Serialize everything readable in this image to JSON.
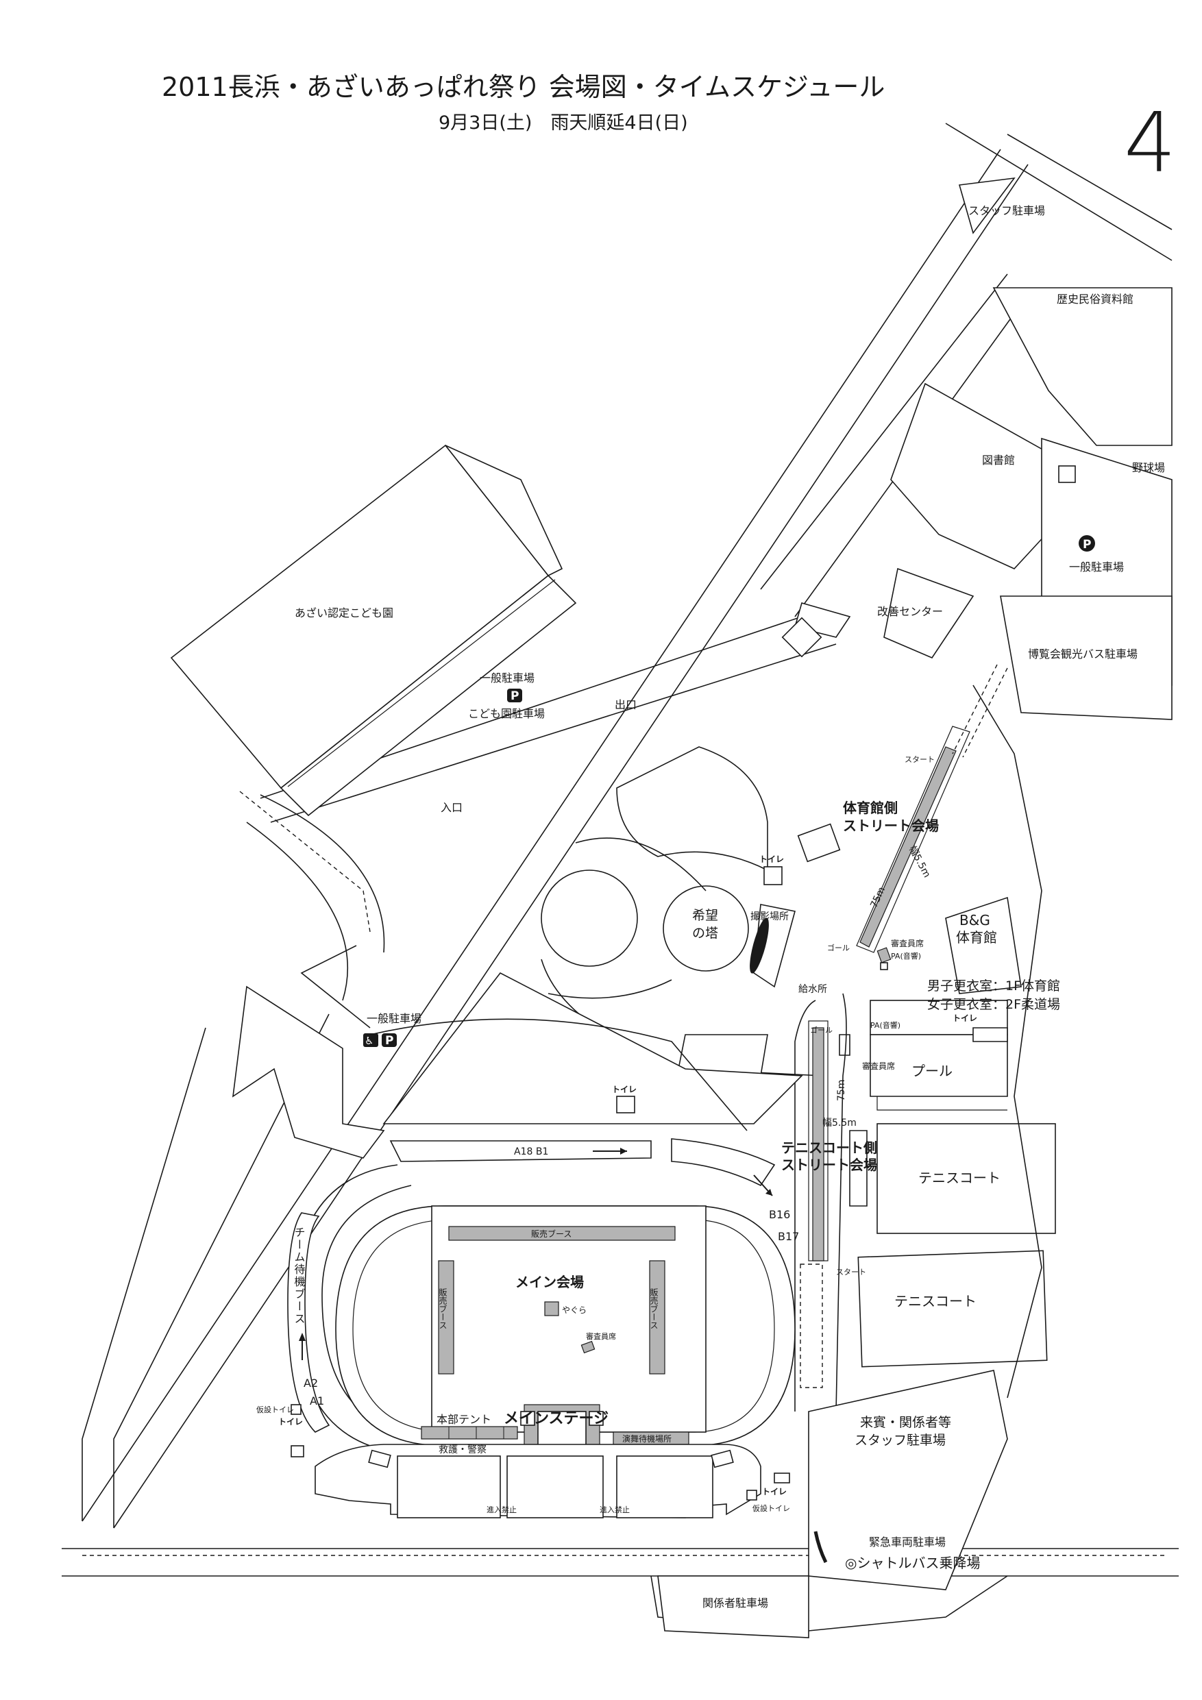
{
  "header": {
    "title": "2011長浜・あざいあっぱれ祭り 会場図・タイムスケジュール",
    "subtitle": "9月3日(土)　雨天順延4日(日)",
    "page_mark": "4"
  },
  "legend": {
    "parking_icon": "P",
    "accessible_icon": "♿"
  },
  "labels": {
    "staff_parking_top": "スタッフ駐車場",
    "history_museum": "歴史民俗資料館",
    "library": "図書館",
    "baseball_field": "野球場",
    "general_parking_east": "一般駐車場",
    "kaizen_center": "改善センター",
    "expo_bus_parking": "博覧会観光バス駐車場",
    "azai_kindergarten": "あざい認定こども園",
    "general_parking_north": "一般駐車場",
    "kindergarten_parking": "こども園駐車場",
    "exit": "出口",
    "entrance": "入口",
    "start_top": "スタート",
    "gym_street_venue_1": "体育館側",
    "gym_street_venue_2": "ストリート会場",
    "width_top": "幅5.5m",
    "length_top": "75m",
    "toilet_top": "トイレ",
    "kibou_tower_1": "希望",
    "kibou_tower_2": "の塔",
    "photo_spot": "撮影場所",
    "goal_top": "ゴール",
    "judge_seat_top": "審査員席",
    "pa_top": "PA(音響)",
    "bg_gym_1": "B&G",
    "bg_gym_2": "体育館",
    "water_station": "給水所",
    "men_changing": "男子更衣室：1F体育館",
    "women_changing": "女子更衣室：2F柔道場",
    "toilet_gym": "トイレ",
    "goal_bottom": "ゴール",
    "pa_bottom": "PA(音響)",
    "judge_seat_bottom": "審査員席",
    "pool": "プール",
    "general_parking_west": "一般駐車場",
    "width_bottom": "幅5.5m",
    "length_bottom": "75m",
    "tennis_street_venue_1": "テニスコート側",
    "tennis_street_venue_2": "ストリート会場",
    "toilet_mid": "トイレ",
    "booth_a18_b1": "A18 B1",
    "tennis_court_1": "テニスコート",
    "booth_b16": "B16",
    "booth_b17": "B17",
    "team_waiting_booth": "チーム待機ブース",
    "sales_booth_top": "販売ブース",
    "main_venue": "メイン会場",
    "yagura": "やぐら",
    "judge_seat_main": "審査員席",
    "sales_booth_left": "販売ブース",
    "sales_booth_right": "販売ブース",
    "start_bottom": "スタート",
    "tennis_court_2": "テニスコート",
    "booth_a2": "A2",
    "booth_a1": "A1",
    "temp_toilet_left": "仮設トイレ",
    "toilet_left": "トイレ",
    "hq_tent": "本部テント",
    "main_stage": "メインステージ",
    "rescue_police": "救護・警察",
    "performer_waiting": "演舞待機場所",
    "guest_staff_parking_1": "来賓・関係者等",
    "guest_staff_parking_2": "スタッフ駐車場",
    "toilet_bottom": "トイレ",
    "temp_toilet_bottom": "仮設トイレ",
    "no_entry_1": "進入禁止",
    "no_entry_2": "進入禁止",
    "emergency_parking": "緊急車両駐車場",
    "shuttle_bus": "◎シャトルバス乗降場",
    "staff_parking_bottom": "関係者駐車場"
  }
}
